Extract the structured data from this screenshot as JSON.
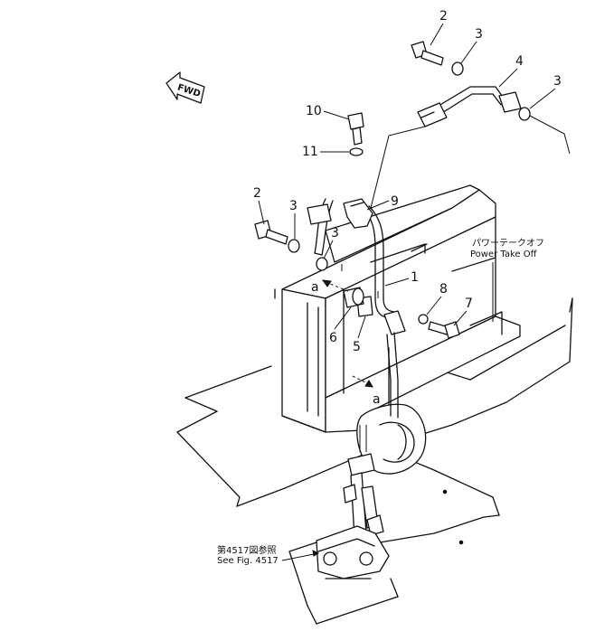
{
  "fwd_label": "FWD",
  "callouts": [
    {
      "id": "c2a",
      "text": "2"
    },
    {
      "id": "c3a",
      "text": "3"
    },
    {
      "id": "c4",
      "text": "4"
    },
    {
      "id": "c3b",
      "text": "3"
    },
    {
      "id": "c10",
      "text": "10"
    },
    {
      "id": "c11",
      "text": "11"
    },
    {
      "id": "c9",
      "text": "9"
    },
    {
      "id": "c2b",
      "text": "2"
    },
    {
      "id": "c3c",
      "text": "3"
    },
    {
      "id": "c3d",
      "text": "3"
    },
    {
      "id": "c1",
      "text": "1"
    },
    {
      "id": "c8",
      "text": "8"
    },
    {
      "id": "c7",
      "text": "7"
    },
    {
      "id": "c6",
      "text": "6"
    },
    {
      "id": "c5",
      "text": "5"
    }
  ],
  "view_markers": [
    "a",
    "a"
  ],
  "power_takeoff": {
    "jp": "パワーテークオフ",
    "en": "Power Take Off"
  },
  "see_fig": {
    "jp": "第4517図参照",
    "en": "See Fig. 4517"
  }
}
